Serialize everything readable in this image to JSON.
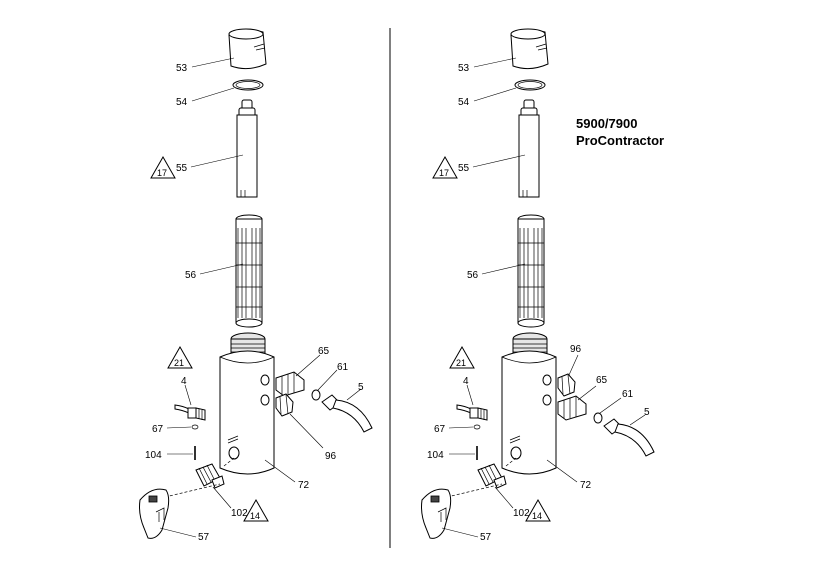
{
  "diagram": {
    "title_line1": "5900/7900",
    "title_line2": "ProContractor",
    "left": {
      "callouts": {
        "c53": "53",
        "c54": "54",
        "c55": "55",
        "c56": "56",
        "c65": "65",
        "c61": "61",
        "c5": "5",
        "c4": "4",
        "c67": "67",
        "c96": "96",
        "c104": "104",
        "c72": "72",
        "c102": "102",
        "c57": "57"
      },
      "notes": {
        "n17": "17",
        "n21": "21",
        "n14": "14"
      }
    },
    "right": {
      "callouts": {
        "c53": "53",
        "c54": "54",
        "c55": "55",
        "c56": "56",
        "c96": "96",
        "c65": "65",
        "c61": "61",
        "c5": "5",
        "c4": "4",
        "c67": "67",
        "c104": "104",
        "c72": "72",
        "c102": "102",
        "c57": "57"
      },
      "notes": {
        "n17": "17",
        "n21": "21",
        "n14": "14"
      }
    }
  }
}
